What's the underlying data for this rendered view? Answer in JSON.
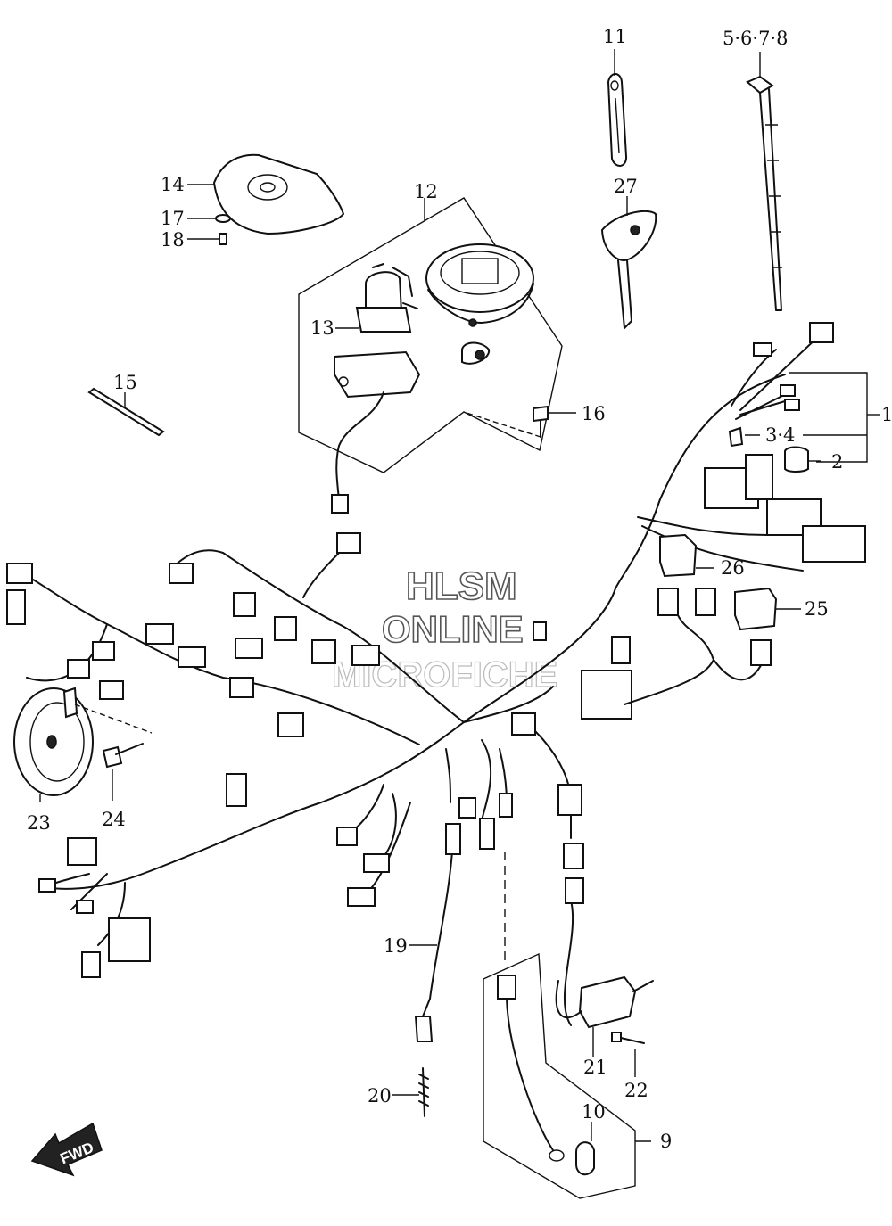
{
  "watermark": {
    "line1": "HLSM",
    "line2": "ONLINE",
    "line3": "MICROFICHE"
  },
  "direction_label": "FWD",
  "callouts": [
    {
      "key": "c1",
      "label": "1"
    },
    {
      "key": "c2",
      "label": "2"
    },
    {
      "key": "c34",
      "label": "3·4"
    },
    {
      "key": "c5678",
      "label": "5·6·7·8"
    },
    {
      "key": "c9",
      "label": "9"
    },
    {
      "key": "c10",
      "label": "10"
    },
    {
      "key": "c11",
      "label": "11"
    },
    {
      "key": "c12",
      "label": "12"
    },
    {
      "key": "c13",
      "label": "13"
    },
    {
      "key": "c14",
      "label": "14"
    },
    {
      "key": "c15",
      "label": "15"
    },
    {
      "key": "c16",
      "label": "16"
    },
    {
      "key": "c17",
      "label": "17"
    },
    {
      "key": "c18",
      "label": "18"
    },
    {
      "key": "c19",
      "label": "19"
    },
    {
      "key": "c20",
      "label": "20"
    },
    {
      "key": "c21",
      "label": "21"
    },
    {
      "key": "c22",
      "label": "22"
    },
    {
      "key": "c23",
      "label": "23"
    },
    {
      "key": "c24",
      "label": "24"
    },
    {
      "key": "c25",
      "label": "25"
    },
    {
      "key": "c26",
      "label": "26"
    },
    {
      "key": "c27",
      "label": "27"
    }
  ]
}
